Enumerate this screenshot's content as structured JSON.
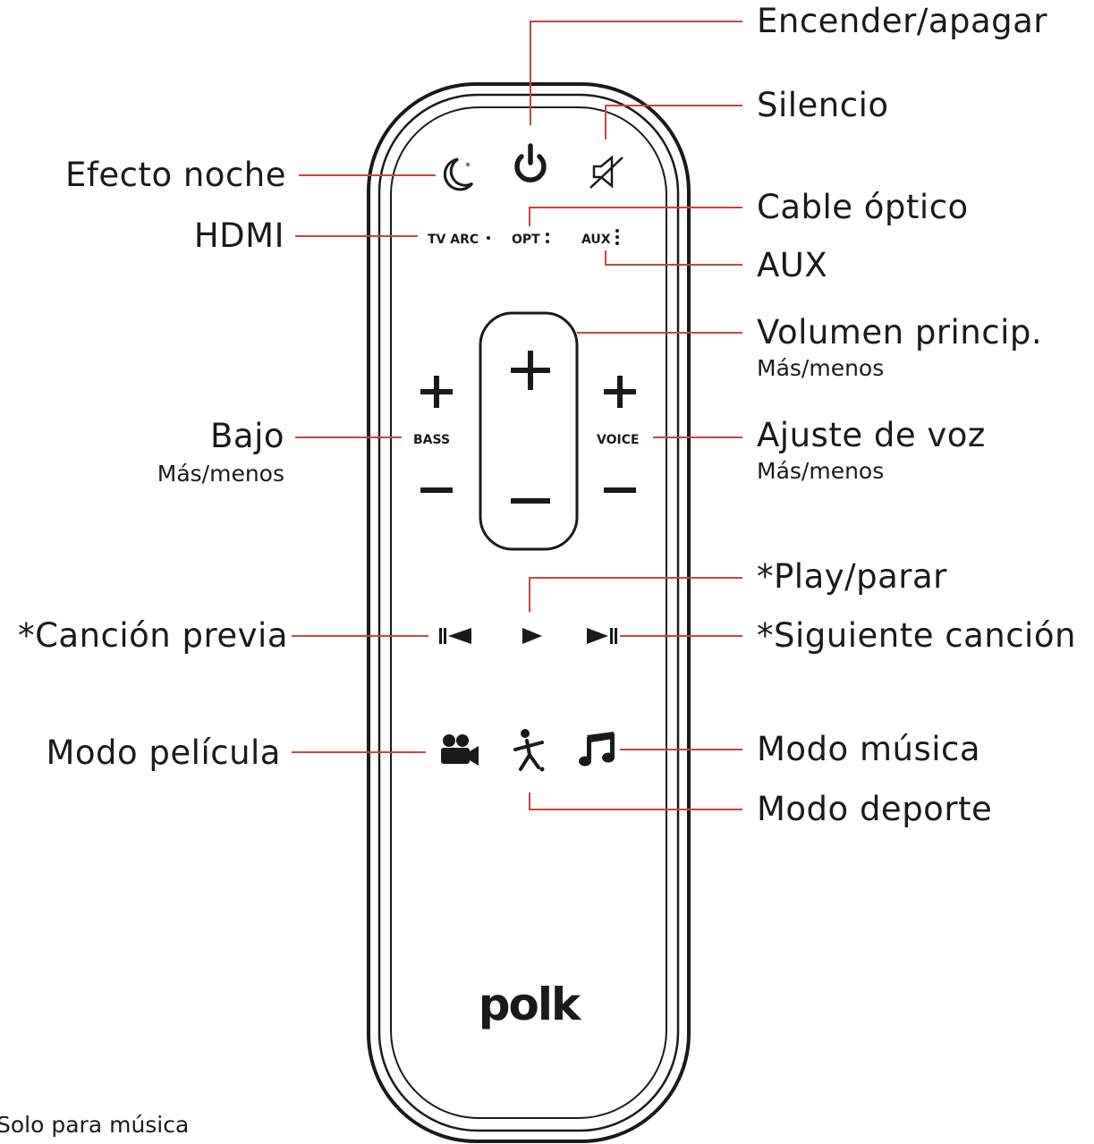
{
  "colors": {
    "leader": "#c8453f",
    "ink": "#1a1a1a",
    "background": "#ffffff"
  },
  "remote": {
    "brand": "polk",
    "input_labels": {
      "tv_arc": "TV ARC",
      "opt": "OPT",
      "aux": "AUX"
    },
    "button_labels": {
      "bass": "BASS",
      "voice": "VOICE"
    },
    "icons": [
      "moon-icon",
      "power-icon",
      "mute-icon",
      "plus-icon",
      "minus-icon",
      "previous-track-icon",
      "play-icon",
      "next-track-icon",
      "movie-camera-icon",
      "sport-figure-icon",
      "music-note-icon"
    ]
  },
  "callouts": {
    "power": "Encender/apagar",
    "mute": "Silencio",
    "night": "Efecto noche",
    "optical": "Cable óptico",
    "hdmi": "HDMI",
    "aux": "AUX",
    "volume": "Volumen princip.",
    "volume_sub": "Más/menos",
    "bass": "Bajo",
    "bass_sub": "Más/menos",
    "voice": "Ajuste de voz",
    "voice_sub": "Más/menos",
    "play": "*Play/parar",
    "prev": "*Canción previa",
    "next": "*Siguiente canción",
    "movie": "Modo película",
    "music": "Modo música",
    "sport": "Modo deporte"
  },
  "footnote": "Solo para música"
}
